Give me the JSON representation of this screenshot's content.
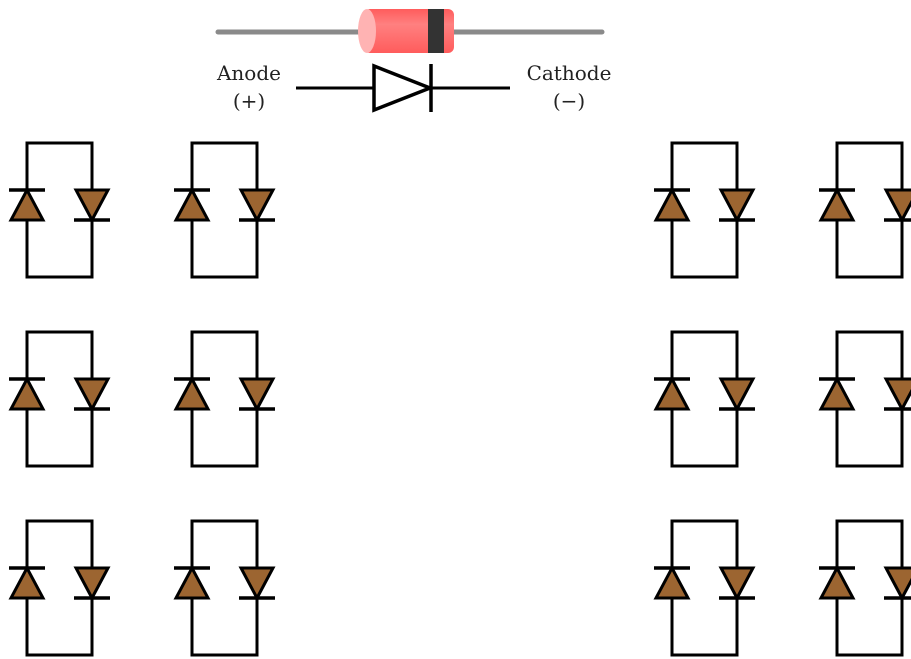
{
  "legend": {
    "anode_label": "Anode",
    "anode_sign": "(+)",
    "cathode_label": "Cathode",
    "cathode_sign": "(−)"
  },
  "component": {
    "name": "diode",
    "lead_color": "#8a8a8a",
    "body_color": "#ff6b6b",
    "body_highlight_color": "#ffb3b3",
    "band_color": "#333333"
  },
  "symbol": {
    "stroke_color": "#000000",
    "fill_color": "#ffffff"
  },
  "circuits": {
    "rows": 3,
    "column_groups": [
      "left",
      "right"
    ],
    "cells_per_group": 2,
    "wire_color": "#000000",
    "diode_fill_color": "#9c6531",
    "left_diode_direction": "up",
    "right_diode_direction": "down"
  }
}
